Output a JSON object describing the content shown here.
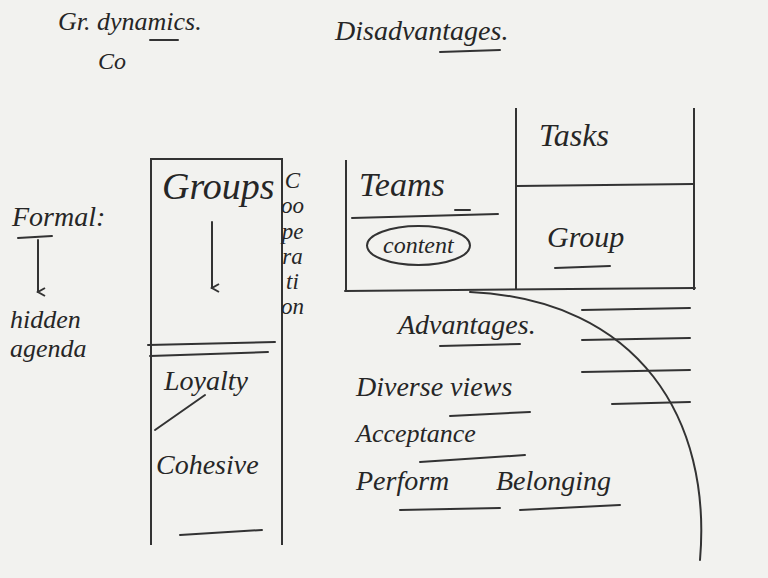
{
  "diagram": {
    "nodes": [
      {
        "text": [
          "Groups",
          "Loyalty",
          "Cohesive"
        ]
      },
      {
        "text": [
          "Teams"
        ]
      },
      {
        "text": [
          "content"
        ],
        "in": 1
      },
      {
        "text": [
          "Tasks",
          "Group"
        ]
      }
    ],
    "labels": [
      "Gr. dynamics.",
      "Co",
      "Disadvantages.",
      "Formal:",
      "hidden agenda",
      "Cooperation",
      "Advantages.",
      "Diverse views",
      "Acceptance",
      "Perform",
      "Belonging"
    ]
  }
}
